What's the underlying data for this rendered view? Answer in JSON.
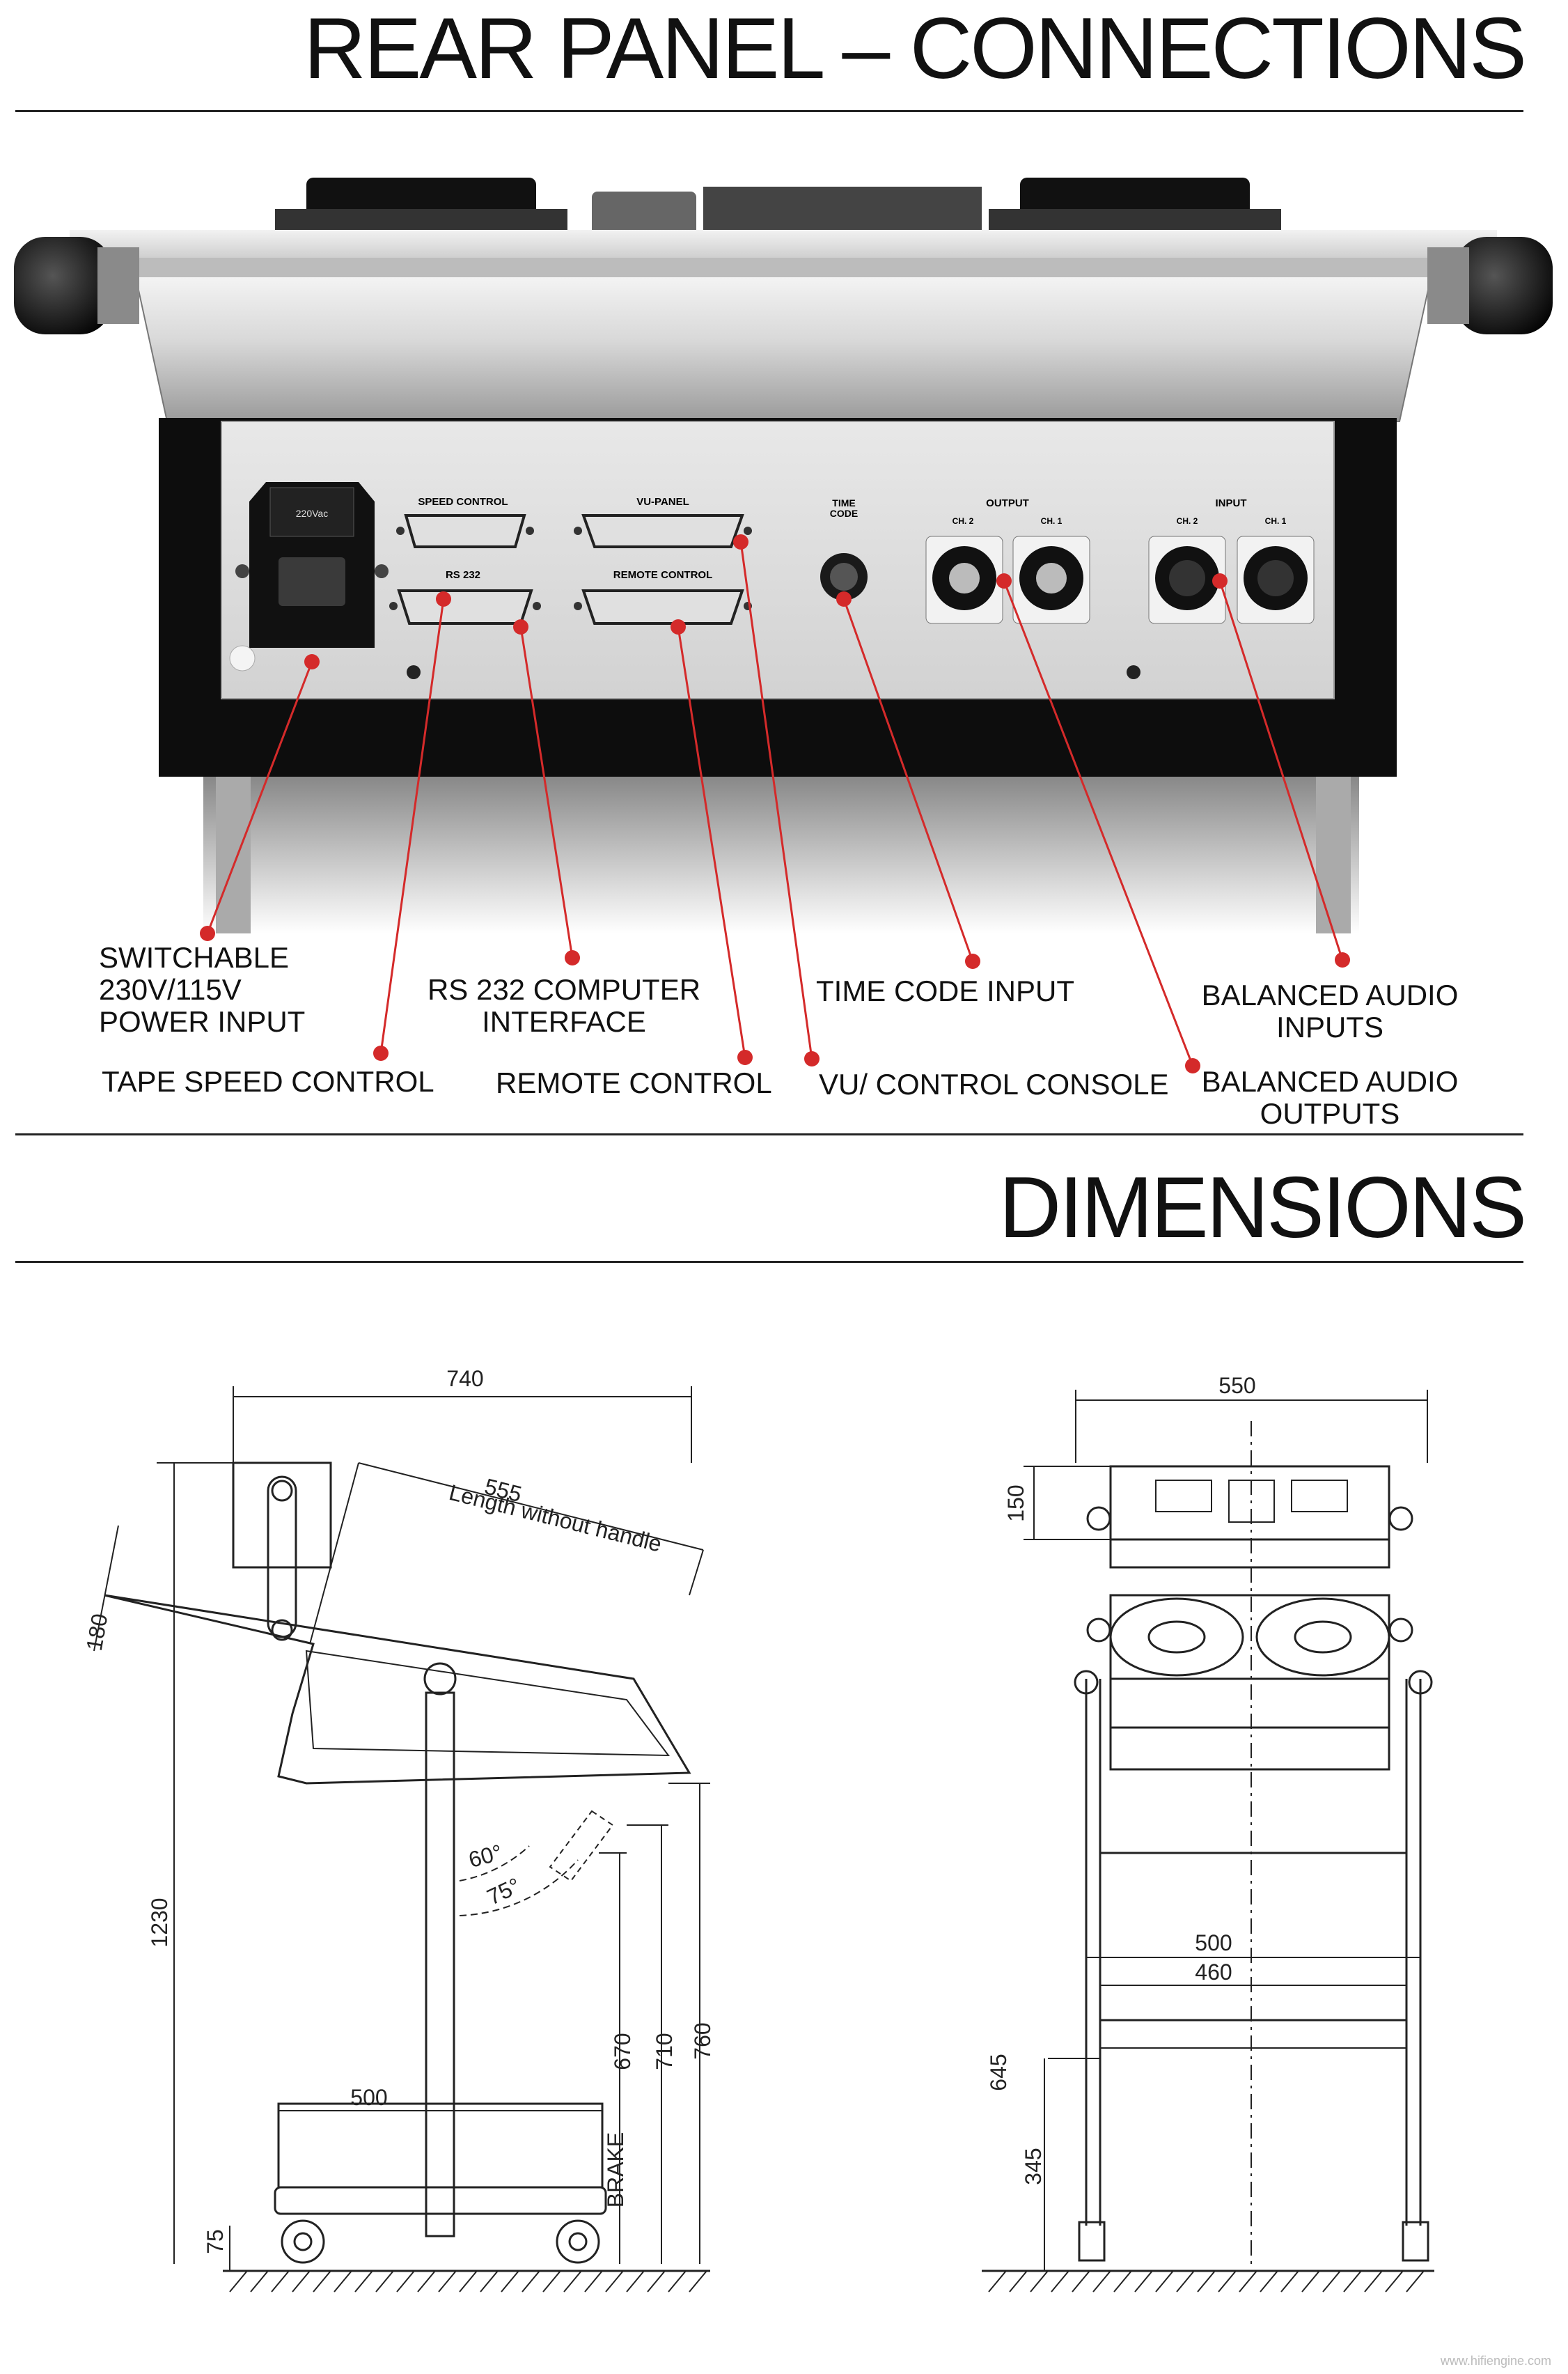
{
  "header": {
    "title": "REAR PANEL – CONNECTIONS"
  },
  "panel": {
    "speed_control": "SPEED CONTROL",
    "rs232": "RS 232",
    "vu_panel": "VU-PANEL",
    "remote_control": "REMOTE CONTROL",
    "time_code_line1": "TIME",
    "time_code_line2": "CODE",
    "output": "OUTPUT",
    "input": "INPUT",
    "ch2": "CH. 2",
    "ch1": "CH. 1",
    "voltage": "220Vac"
  },
  "callouts": {
    "power_line1": "SWITCHABLE",
    "power_line2": "230V/115V",
    "power_line3": "POWER INPUT",
    "rs232_line1": "RS 232 COMPUTER",
    "rs232_line2": "INTERFACE",
    "time_code": "TIME CODE INPUT",
    "bal_in_line1": "BALANCED AUDIO",
    "bal_in_line2": "INPUTS",
    "tape_speed": "TAPE SPEED CONTROL",
    "remote": "REMOTE CONTROL",
    "vu_console": "VU/ CONTROL CONSOLE",
    "bal_out_line1": "BALANCED AUDIO",
    "bal_out_line2": "OUTPUTS"
  },
  "dimensions": {
    "title": "DIMENSIONS",
    "side": {
      "d740": "740",
      "d555": "555",
      "length_note": "Length without handle",
      "d180": "180",
      "a60": "60°",
      "a75": "75°",
      "d1230": "1230",
      "d670": "670",
      "d710": "710",
      "d760": "760",
      "d500": "500",
      "d75": "75",
      "brake": "BRAKE"
    },
    "front": {
      "d550": "550",
      "d150": "150",
      "d500": "500",
      "d460": "460",
      "d645": "645",
      "d345": "345"
    }
  },
  "watermark": "www.hifiengine.com",
  "colors": {
    "accent_red": "#d42a2a",
    "rule": "#222222"
  }
}
